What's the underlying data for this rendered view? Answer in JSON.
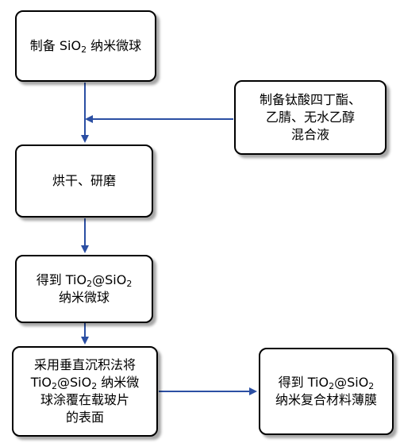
{
  "boxes": {
    "sio2": {
      "prefix": "制备 SiO",
      "sub": "2",
      "suffix": " 纳米微球"
    },
    "reagent": {
      "line1": "制备钛酸四丁酯、",
      "line2": "乙腈、无水乙醇",
      "line3": "混合液"
    },
    "dry": {
      "text": "烘干、研磨"
    },
    "obtain": {
      "l1a": "得到 TiO",
      "l1b": "2",
      "l1c": "@SiO",
      "l1d": "2",
      "l2": "纳米微球"
    },
    "deposit": {
      "l1": "采用垂直沉积法将",
      "l2a": "TiO",
      "l2b": "2",
      "l2c": "@SiO",
      "l2d": "2",
      "l2e": " 纳米微",
      "l3": "球涂覆在载玻片",
      "l4": "的表面"
    },
    "film": {
      "l1a": "得到 TiO",
      "l1b": "2",
      "l1c": "@SiO",
      "l1d": "2",
      "l2": "纳米复合材料薄膜"
    }
  },
  "colors": {
    "arrow": "#2b4fa3",
    "border": "#000000"
  }
}
